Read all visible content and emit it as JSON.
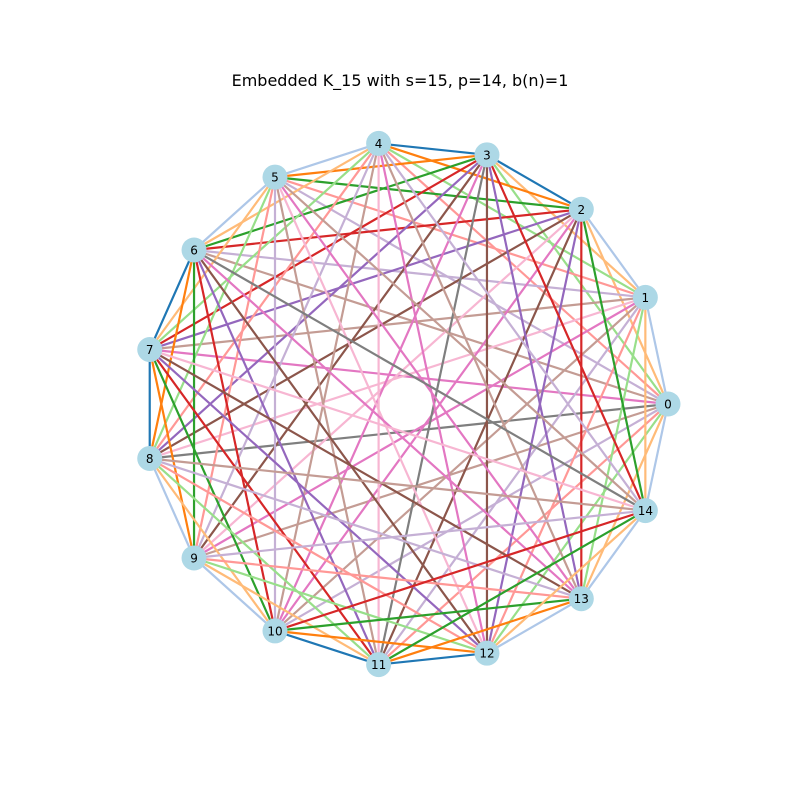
{
  "title": "Embedded K_15 with s=15, p=14, b(n)=1",
  "graph": {
    "n": 15,
    "node_color": "#add8e6",
    "nodes": [
      "0",
      "1",
      "2",
      "3",
      "4",
      "5",
      "6",
      "7",
      "8",
      "9",
      "10",
      "11",
      "12",
      "13",
      "14"
    ],
    "edge_palette": [
      "#1f77b4",
      "#ff7f0e",
      "#2ca02c",
      "#d62728",
      "#9467bd",
      "#8c564b",
      "#e377c2",
      "#7f7f7f",
      "#aec7e8",
      "#ffbb78",
      "#98df8a",
      "#ff9896",
      "#c5b0d5",
      "#c49c94",
      "#f7b6d2"
    ],
    "palette_by_circular_distance": {
      "1": [
        "#1f77b4",
        "#aec7e8"
      ],
      "2": [
        "#ff7f0e",
        "#ffbb78"
      ],
      "3": [
        "#2ca02c",
        "#98df8a"
      ],
      "4": [
        "#d62728",
        "#ff9896"
      ],
      "5": [
        "#9467bd",
        "#c5b0d5"
      ],
      "6": [
        "#8c564b",
        "#c49c94"
      ],
      "7": [
        "#7f7f7f",
        "#e377c2",
        "#f7b6d2"
      ]
    }
  }
}
